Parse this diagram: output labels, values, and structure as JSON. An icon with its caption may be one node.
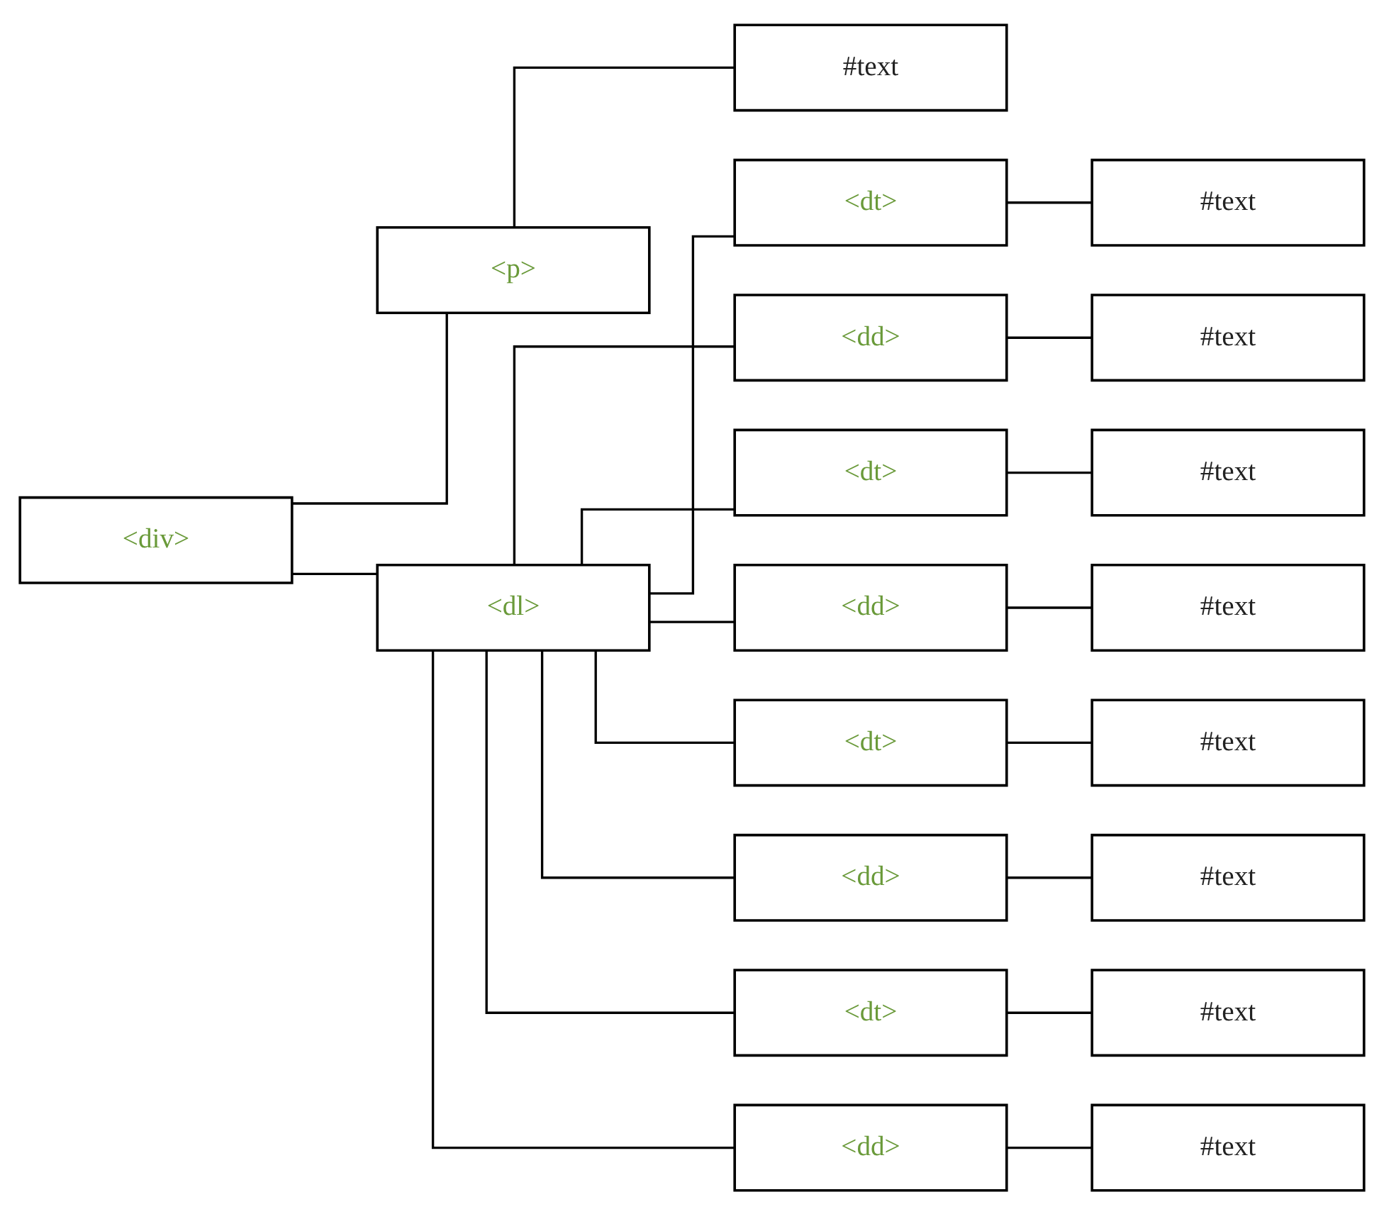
{
  "diagram": {
    "nodes": [
      {
        "text": [
          "<div>"
        ]
      },
      {
        "text": [
          "<p>"
        ]
      },
      {
        "text": [
          "#text"
        ]
      },
      {
        "text": [
          "<dl>"
        ]
      },
      {
        "text": [
          "<dt>"
        ]
      },
      {
        "text": [
          "#text"
        ]
      },
      {
        "text": [
          "<dd>"
        ]
      },
      {
        "text": [
          "#text"
        ]
      },
      {
        "text": [
          "<dt>"
        ]
      },
      {
        "text": [
          "#text"
        ]
      },
      {
        "text": [
          "<dd>"
        ]
      },
      {
        "text": [
          "#text"
        ]
      },
      {
        "text": [
          "<dt>"
        ]
      },
      {
        "text": [
          "#text"
        ]
      },
      {
        "text": [
          "<dd>"
        ]
      },
      {
        "text": [
          "#text"
        ]
      },
      {
        "text": [
          "<dt>"
        ]
      },
      {
        "text": [
          "#text"
        ]
      },
      {
        "text": [
          "<dd>"
        ]
      },
      {
        "text": [
          "#text"
        ]
      }
    ],
    "edges": [
      {
        "from": 0,
        "to": 1,
        "arrow": "none"
      },
      {
        "from": 0,
        "to": 3,
        "arrow": "none"
      },
      {
        "from": 1,
        "to": 2,
        "arrow": "none"
      },
      {
        "from": 3,
        "to": 4,
        "arrow": "none"
      },
      {
        "from": 3,
        "to": 6,
        "arrow": "none"
      },
      {
        "from": 3,
        "to": 8,
        "arrow": "none"
      },
      {
        "from": 3,
        "to": 10,
        "arrow": "none"
      },
      {
        "from": 3,
        "to": 12,
        "arrow": "none"
      },
      {
        "from": 3,
        "to": 14,
        "arrow": "none"
      },
      {
        "from": 3,
        "to": 16,
        "arrow": "none"
      },
      {
        "from": 3,
        "to": 18,
        "arrow": "none"
      },
      {
        "from": 4,
        "to": 5,
        "arrow": "none"
      },
      {
        "from": 6,
        "to": 7,
        "arrow": "none"
      },
      {
        "from": 8,
        "to": 9,
        "arrow": "none"
      },
      {
        "from": 10,
        "to": 11,
        "arrow": "none"
      },
      {
        "from": 12,
        "to": 13,
        "arrow": "none"
      },
      {
        "from": 14,
        "to": 15,
        "arrow": "none"
      },
      {
        "from": 16,
        "to": 17,
        "arrow": "none"
      },
      {
        "from": 18,
        "to": 19,
        "arrow": "none"
      }
    ]
  }
}
